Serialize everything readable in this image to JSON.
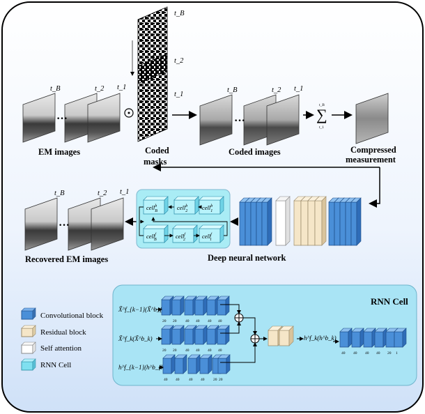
{
  "top": {
    "time_labels": [
      "t_B",
      "t_2",
      "t_1"
    ],
    "em_images_label": "EM images",
    "coded_masks_label": [
      "Coded",
      "masks"
    ],
    "coded_images_label": "Coded images",
    "sum_upper": "t_B",
    "sum_lower": "t_1",
    "compressed_label": [
      "Compressed",
      "measurement"
    ]
  },
  "middle": {
    "recovered_label": "Recovered EM images",
    "dnn_label": "Deep neural network",
    "cells_top": [
      "cell^b_B",
      "cell^b_2",
      "cell^b_1"
    ],
    "cells_bottom": [
      "cell^f_B",
      "cell^f_2",
      "cell^f_1"
    ]
  },
  "legend": [
    {
      "name": "Convolutional block",
      "color": "#4a8fd8"
    },
    {
      "name": "Residual block",
      "color": "#f5e6c8"
    },
    {
      "name": "Self attention",
      "color": "#ffffff"
    },
    {
      "name": "RNN Cell",
      "color": "#7fe0f0"
    }
  ],
  "rnn": {
    "title": "RNN Cell",
    "input1": "X̃^f_{k−1}(X̃^b_{k+1})",
    "input2": "X̃^f_k(X̃^b_k)",
    "input3": "h^f_{k−1}(h^b_{k+1})",
    "output": "h^f_k(h^b_k)",
    "row1_dims": [
      "20",
      "20",
      "40",
      "40",
      "40",
      "40"
    ],
    "row2_dims": [
      "20",
      "20",
      "40",
      "40",
      "40",
      "40"
    ],
    "row3_dims": [
      "40",
      "40",
      "40",
      "40",
      "20",
      "20"
    ],
    "out_dims": [
      "40",
      "40",
      "40",
      "40",
      "20",
      "1"
    ]
  }
}
